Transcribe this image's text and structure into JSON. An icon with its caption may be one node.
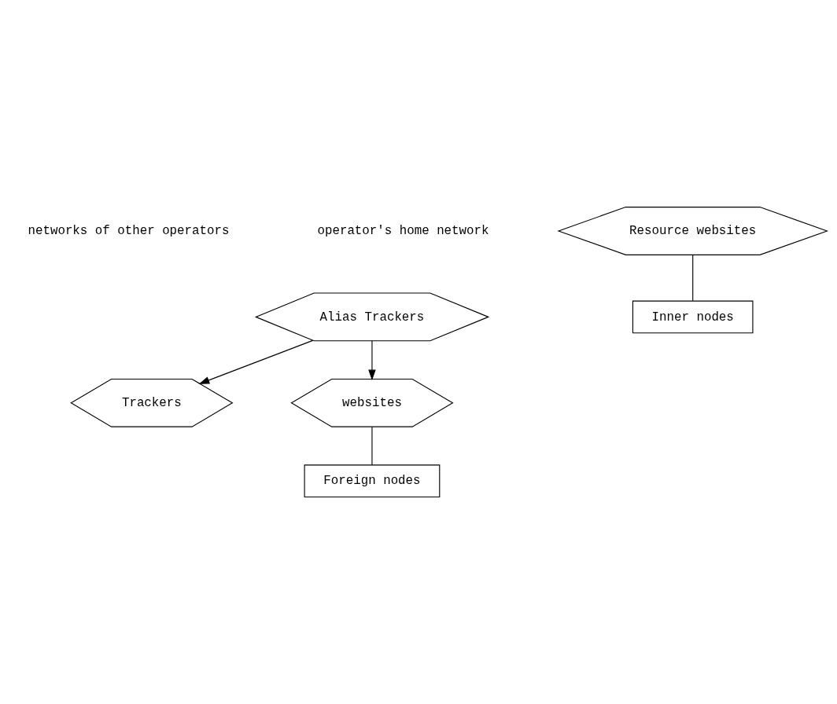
{
  "diagram": {
    "nodes": [
      {
        "text": [
          "Trackers"
        ]
      },
      {
        "text": [
          "Alias Trackers"
        ]
      },
      {
        "text": [
          "websites"
        ]
      },
      {
        "text": [
          "Resource websites"
        ]
      },
      {
        "text": [
          "Foreign nodes"
        ]
      },
      {
        "text": [
          "Inner nodes"
        ]
      }
    ],
    "edges": [
      {
        "from": 1,
        "to": 0,
        "arrow": "to"
      },
      {
        "from": 1,
        "to": 2,
        "arrow": "to"
      },
      {
        "from": 2,
        "to": 4,
        "arrow": "none"
      },
      {
        "from": 3,
        "to": 5,
        "arrow": "none"
      }
    ],
    "labels": [
      "networks of other operators",
      "operator's home network"
    ]
  }
}
